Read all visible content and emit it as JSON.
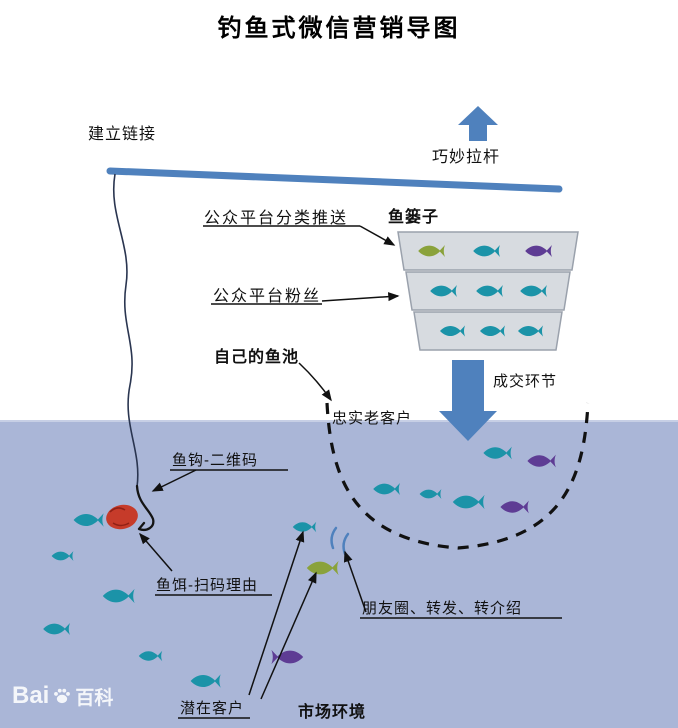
{
  "title": "钓鱼式微信营销导图",
  "labels": {
    "establish_link": "建立链接",
    "pull_rod": "巧妙拉杆",
    "fish_basket": "鱼篓子",
    "platform_push": "公众平台分类推送",
    "platform_fans": "公众平台粉丝",
    "own_pond": "自己的鱼池",
    "deal_stage": "成交环节",
    "loyal_customers": "忠实老客户",
    "hook_qr": "鱼钩-二维码",
    "bait_reason": "鱼饵-扫码理由",
    "moments_share": "朋友圈、转发、转介绍",
    "potential_customers": "潜在客户",
    "market_env": "市场环境"
  },
  "watermark": {
    "bai": "Bai",
    "ke": "百科"
  },
  "colors": {
    "water": "#aab6d7",
    "rod_blue": "#4f81bd",
    "arrow_blue": "#4f81bd",
    "fish_teal": "#1b93a8",
    "fish_green": "#8aa23b",
    "fish_purple": "#5e3c94",
    "basket_fill": "#d7dbe0",
    "basket_border": "#9aa1ac",
    "bait_red": "#c63b2a",
    "bait_detail": "#902015",
    "line_dark": "#2a3550",
    "annotation_black": "#111111",
    "hook_black": "#141414"
  }
}
